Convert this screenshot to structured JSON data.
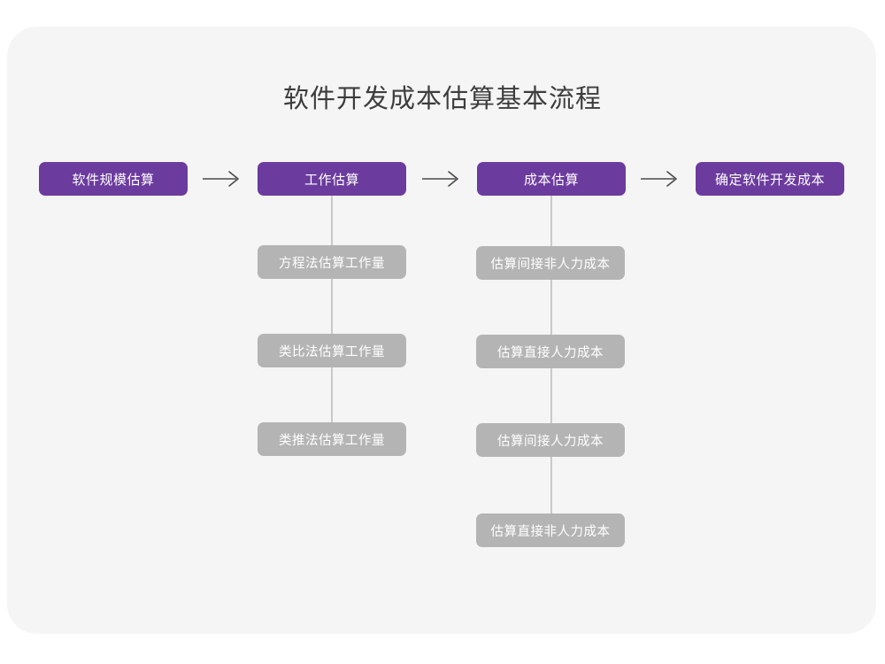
{
  "page": {
    "background_color": "#ffffff",
    "card_color": "#f5f5f6"
  },
  "title": "软件开发成本估算基本流程",
  "colors": {
    "primary": "#6b3b9e",
    "secondary": "#b4b4b4",
    "connector": "#c9c9c9",
    "title_text": "#3d3d3d",
    "node_text": "#ffffff"
  },
  "flow": {
    "main_steps": [
      {
        "label": "软件规模估算"
      },
      {
        "label": "工作估算"
      },
      {
        "label": "成本估算"
      },
      {
        "label": "确定软件开发成本"
      }
    ],
    "arrows": [
      {
        "name": "arrow-step1-step2",
        "glyph": "→"
      },
      {
        "name": "arrow-step2-step3",
        "glyph": "→"
      },
      {
        "name": "arrow-step3-step4",
        "glyph": "→"
      }
    ],
    "work_estimation_methods": [
      {
        "label": "方程法估算工作量"
      },
      {
        "label": "类比法估算工作量"
      },
      {
        "label": "类推法估算工作量"
      }
    ],
    "cost_estimation_items": [
      {
        "label": "估算间接非人力成本"
      },
      {
        "label": "估算直接人力成本"
      },
      {
        "label": "估算间接人力成本"
      },
      {
        "label": "估算直接非人力成本"
      }
    ]
  }
}
